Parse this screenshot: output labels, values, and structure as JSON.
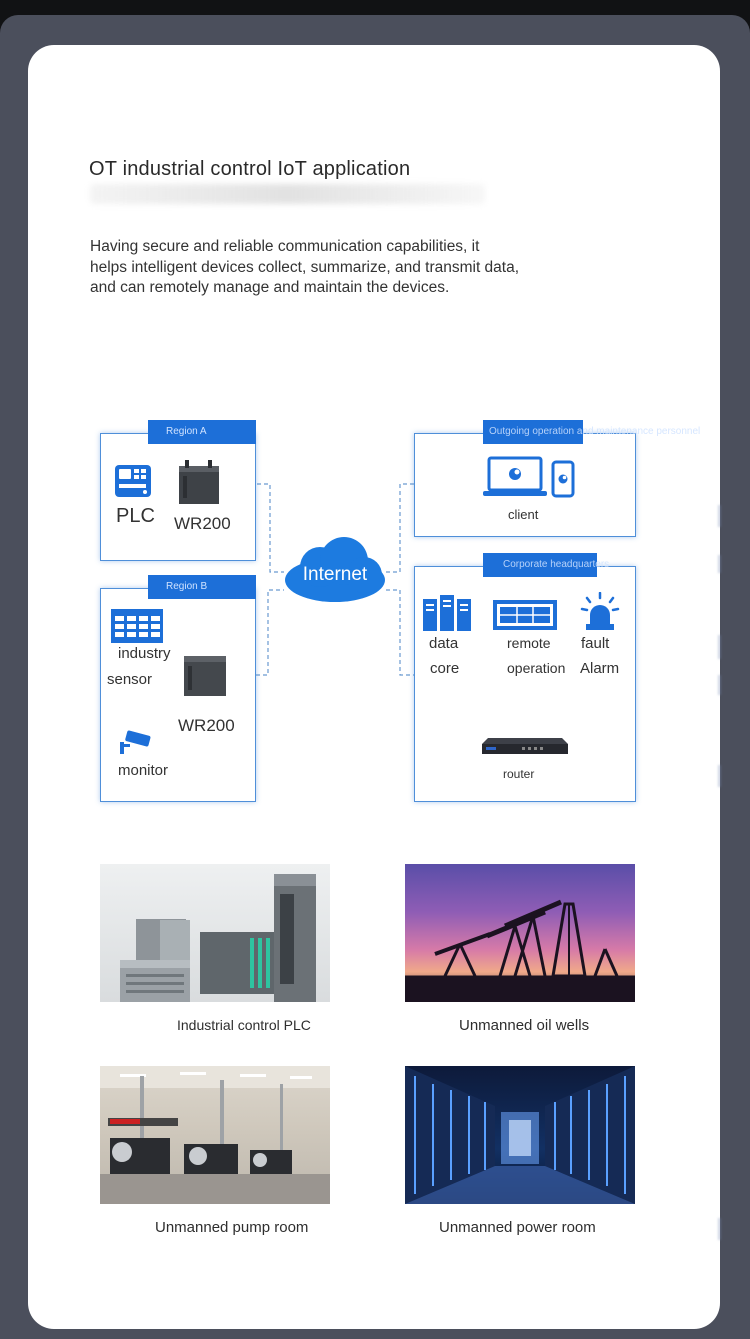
{
  "header": {
    "title": "OT industrial control IoT application",
    "description": "Having secure and reliable communication capabilities, it helps intelligent devices collect, summarize, and transmit data, and can remotely manage and maintain the devices."
  },
  "diagram": {
    "internet": "Internet",
    "region_a": {
      "tab": "Region A",
      "plc": "PLC",
      "wr200": "WR200"
    },
    "region_b": {
      "tab": "Region B",
      "industry": "industry",
      "sensor": "sensor",
      "wr200": "WR200",
      "monitor": "monitor"
    },
    "outgoing": {
      "tab": "Outgoing operation and maintenance personnel",
      "client": "client"
    },
    "corporate": {
      "tab": "Corporate headquarters",
      "data": "data",
      "core": "core",
      "remote": "remote",
      "operation": "operation",
      "fault": "fault",
      "alarm": "Alarm",
      "router": "router"
    },
    "colors": {
      "accent": "#1d6fd8",
      "border": "#4f8fd9"
    }
  },
  "gallery": [
    {
      "caption": "Industrial control PLC"
    },
    {
      "caption": "Unmanned oil wells"
    },
    {
      "caption": "Unmanned pump room"
    },
    {
      "caption": "Unmanned power room"
    }
  ]
}
